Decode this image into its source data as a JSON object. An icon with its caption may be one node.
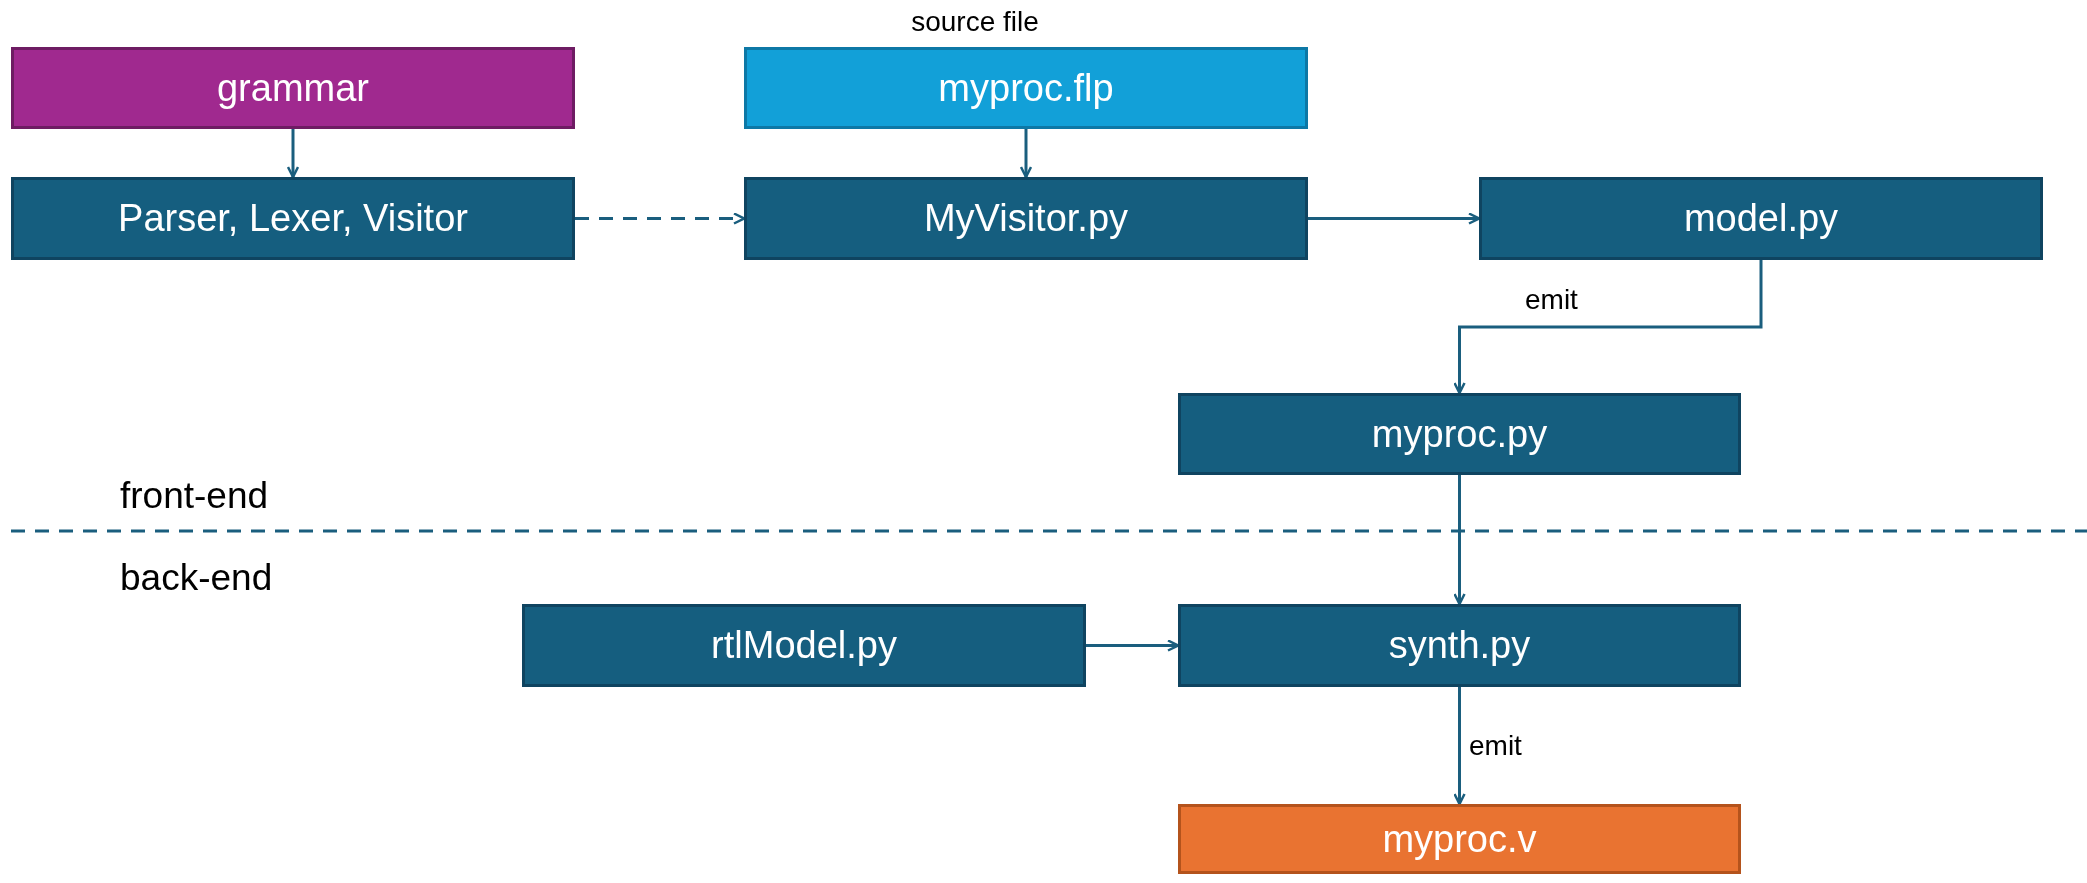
{
  "diagram": {
    "nodes": [
      {
        "text": [
          "grammar"
        ]
      },
      {
        "text": [
          "myproc.flp"
        ],
        "beside": [
          "source file"
        ]
      },
      {
        "text": [
          "Parser, Lexer, Visitor"
        ]
      },
      {
        "text": [
          "MyVisitor.py"
        ]
      },
      {
        "text": [
          "model.py"
        ]
      },
      {
        "text": [
          "myproc.py"
        ]
      },
      {
        "text": [
          "rtlModel.py"
        ]
      },
      {
        "text": [
          "synth.py"
        ]
      },
      {
        "text": [
          "myproc.v"
        ]
      }
    ],
    "edges": [
      {
        "from": 0,
        "to": 2,
        "arrow": "to"
      },
      {
        "from": 1,
        "to": 3,
        "arrow": "to"
      },
      {
        "from": 2,
        "to": 3,
        "arrow": "to",
        "style": "dashed"
      },
      {
        "from": 3,
        "to": 4,
        "arrow": "to"
      },
      {
        "from": 4,
        "to": 5,
        "arrow": "to",
        "label": "emit"
      },
      {
        "from": 5,
        "to": 7,
        "arrow": "to"
      },
      {
        "from": 6,
        "to": 7,
        "arrow": "to"
      },
      {
        "from": 7,
        "to": 8,
        "arrow": "to",
        "label": "emit"
      }
    ],
    "labels": [
      "front-end",
      "back-end"
    ]
  }
}
